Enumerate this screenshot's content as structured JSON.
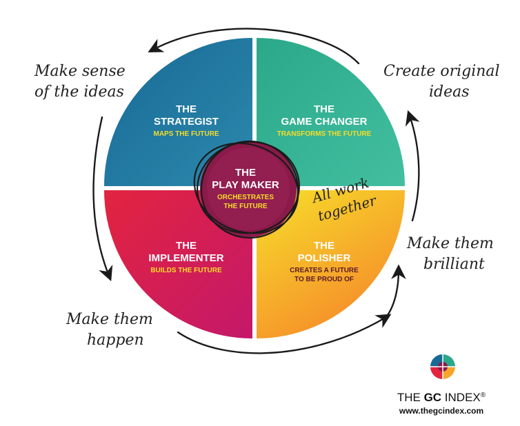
{
  "colors": {
    "strategist_a": "#176a94",
    "strategist_b": "#2d88ad",
    "game_changer_a": "#2aa889",
    "game_changer_b": "#43bfa0",
    "implementer_a": "#e2243f",
    "implementer_b": "#c4186a",
    "polisher_a": "#f7df2a",
    "polisher_b": "#f58a2a",
    "play_maker": "#8a1a4a",
    "yellow_text": "#f5dd2a",
    "ink": "#1a1a1a"
  },
  "quadrants": {
    "strategist": {
      "title": "THE",
      "title2": "STRATEGIST",
      "subtitle": "MAPS THE FUTURE"
    },
    "game_changer": {
      "title": "THE",
      "title2": "GAME CHANGER",
      "subtitle": "TRANSFORMS THE FUTURE"
    },
    "implementer": {
      "title": "THE",
      "title2": "IMPLEMENTER",
      "subtitle": "BUILDS THE FUTURE"
    },
    "polisher": {
      "title": "THE",
      "title2": "POLISHER",
      "subtitle1": "CREATES A FUTURE",
      "subtitle2": "TO BE PROUD OF"
    }
  },
  "center": {
    "title1": "THE",
    "title2": "PLAY MAKER",
    "subtitle1": "ORCHESTRATES",
    "subtitle2": "THE FUTURE"
  },
  "annotations": {
    "top_left_1": "Make sense",
    "top_left_2": "of the ideas",
    "top_right_1": "Create original",
    "top_right_2": "ideas",
    "mid_right_1": "Make them",
    "mid_right_2": "brilliant",
    "bottom_left_1": "Make them",
    "bottom_left_2": "happen",
    "center_note_1": "All work",
    "center_note_2": "together"
  },
  "logo": {
    "name_prefix": "THE ",
    "name_bold": "GC",
    "name_suffix": " INDEX",
    "registered": "®",
    "website": "www.thegcindex.com"
  }
}
